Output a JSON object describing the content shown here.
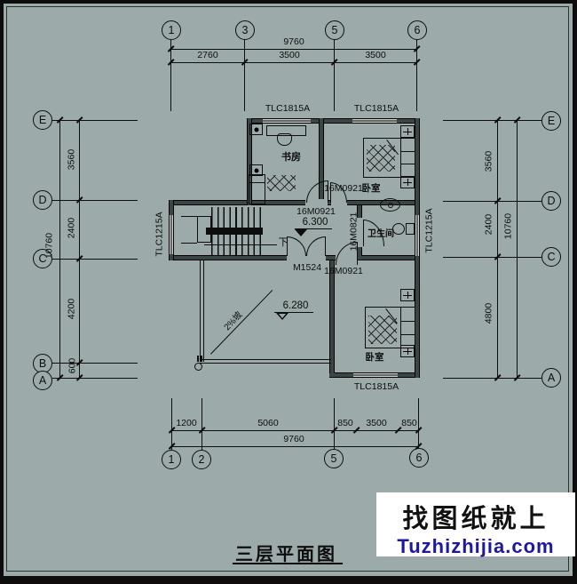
{
  "title": {
    "text": "三层平面图"
  },
  "watermark": {
    "line1": "找图纸就上",
    "line2": "Tuzhizhijia.com",
    "accent": "#1e199c"
  },
  "colors": {
    "background": "#9caba9",
    "line": "#0d0d0d",
    "wall_fill": "#394644"
  },
  "axes": {
    "top": {
      "circles": [
        "1",
        "3",
        "5",
        "6"
      ],
      "total": "9760",
      "dims": [
        "2760",
        "3500",
        "3500"
      ]
    },
    "bottom": {
      "circles": [
        "1",
        "2",
        "5",
        "6"
      ],
      "total": "9760",
      "dims": [
        "1200",
        "5060",
        "850",
        "3500",
        "850"
      ]
    },
    "left": {
      "circles": [
        "E",
        "D",
        "C",
        "B",
        "A"
      ],
      "total": "10760",
      "dims": [
        "3560",
        "2400",
        "4200",
        "600"
      ]
    },
    "right": {
      "circles": [
        "E",
        "D",
        "C",
        "A"
      ],
      "total": "10760",
      "dims": [
        "3560",
        "2400",
        "4800"
      ]
    }
  },
  "plan": {
    "rooms": {
      "study": "书房",
      "bedroom1": "卧室",
      "bathroom": "卫生间",
      "bedroom2": "卧室"
    },
    "windows": {
      "top_left": "TLC1815A",
      "top_right": "TLC1815A",
      "left": "TLC1215A",
      "right": "TLC1215A",
      "bottom": "TLC1815A"
    },
    "doors": {
      "study": "16M0921",
      "bedroom1": "16M0921",
      "bedroom2": "16M0921",
      "bathroom": "16M0821",
      "entry": "M1524"
    },
    "levels": {
      "hall": "6.300",
      "terrace": "6.280"
    },
    "stair_down": "下",
    "slope": "2%坡"
  }
}
